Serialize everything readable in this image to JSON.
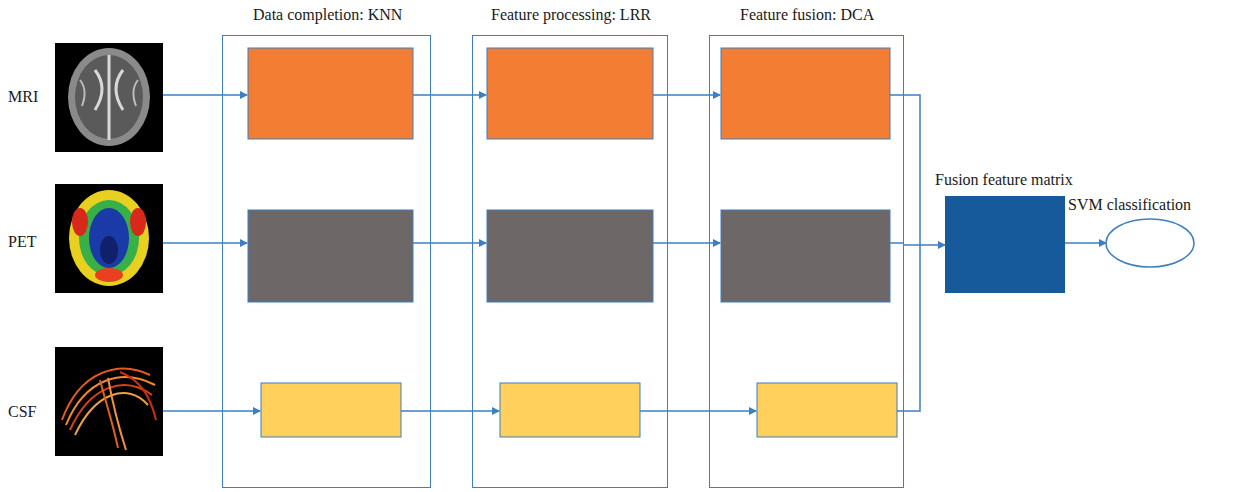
{
  "diagram": {
    "nodes": [
      {
        "text": [
          "Data completion: KNN"
        ]
      },
      {
        "text": [
          "Feature processing: LRR"
        ]
      },
      {
        "text": [
          "Feature fusion: DCA"
        ]
      },
      {
        "text": [
          "Fusion feature matrix"
        ]
      },
      {
        "text": [
          "SVM classification"
        ]
      }
    ],
    "edges": [
      {
        "from": 2,
        "to": 3,
        "arrow": "to"
      },
      {
        "from": 3,
        "to": 4,
        "arrow": "to"
      }
    ],
    "labels": [
      "MRI",
      "PET",
      "CSF"
    ]
  }
}
